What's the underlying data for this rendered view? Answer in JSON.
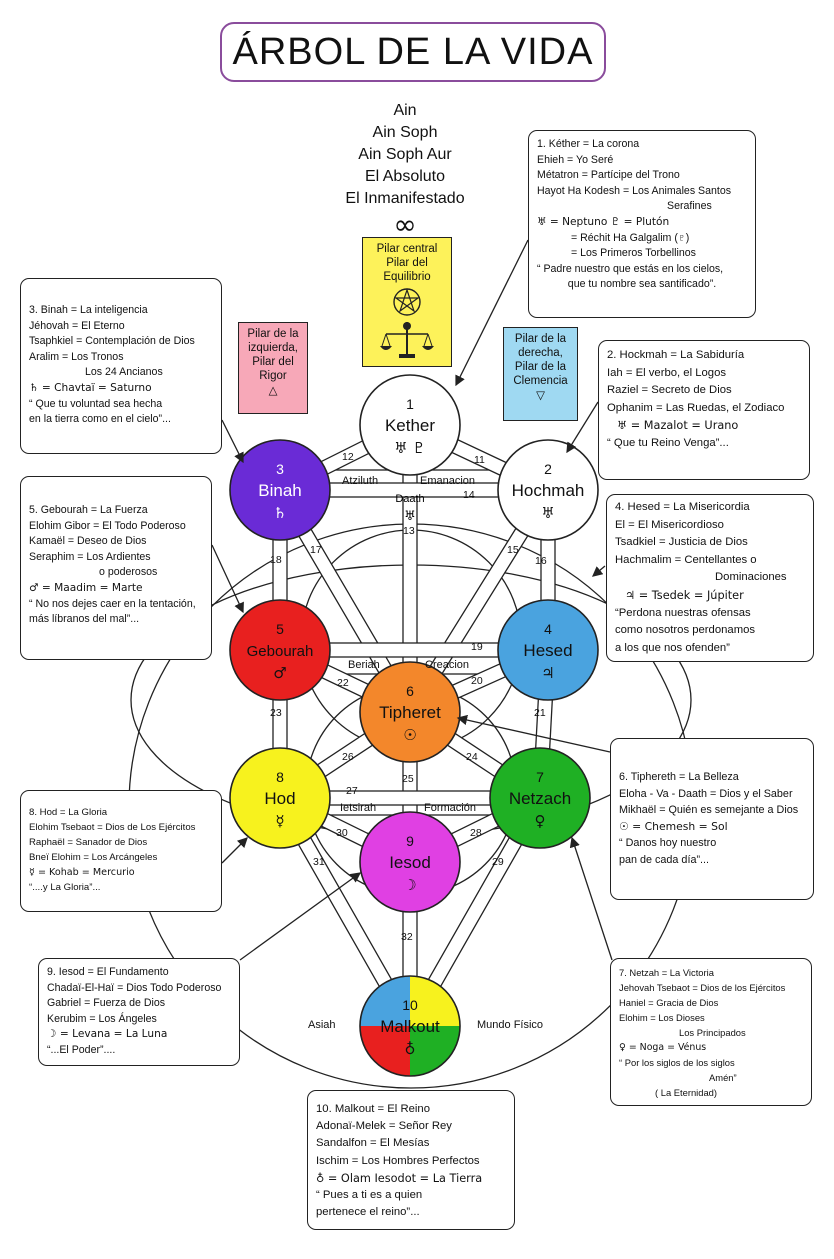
{
  "title": "ÁRBOL DE LA VIDA",
  "ain_lines": [
    "Ain",
    "Ain Soph",
    "Ain Soph Aur",
    "El Absoluto",
    "El Inmanifestado"
  ],
  "infinity": "∞",
  "pillars": {
    "central": {
      "lines": [
        "Pilar central",
        "Pilar del",
        "Equilibrio"
      ],
      "color": "#fdf25a"
    },
    "left": {
      "lines": [
        "Pilar de la",
        "izquierda,",
        "Pilar del",
        "Rigor"
      ],
      "symbol": "△",
      "color": "#f7a8b8"
    },
    "right": {
      "lines": [
        "Pilar de la",
        "derecha,",
        "Pilar de la",
        "Clemencia"
      ],
      "symbol": "▽",
      "color": "#9fd9f2"
    }
  },
  "sephirot": [
    {
      "num": "1",
      "name": "Kether",
      "symbol": "♅ ♇",
      "color": "#ffffff",
      "text_color": "#111111"
    },
    {
      "num": "2",
      "name": "Hochmah",
      "symbol": "♅",
      "color": "#ffffff",
      "text_color": "#111111"
    },
    {
      "num": "3",
      "name": "Binah",
      "symbol": "♄",
      "color": "#6a2bd6",
      "text_color": "#ffffff"
    },
    {
      "num": "4",
      "name": "Hesed",
      "symbol": "♃",
      "color": "#4aa3df",
      "text_color": "#111111"
    },
    {
      "num": "5",
      "name": "Gebourah",
      "symbol": "♂",
      "color": "#e8201f",
      "text_color": "#111111"
    },
    {
      "num": "6",
      "name": "Tipheret",
      "symbol": "☉",
      "color": "#f3872b",
      "text_color": "#111111"
    },
    {
      "num": "7",
      "name": "Netzach",
      "symbol": "♀",
      "color": "#1fb024",
      "text_color": "#111111"
    },
    {
      "num": "8",
      "name": "Hod",
      "symbol": "☿",
      "color": "#f7f21e",
      "text_color": "#111111"
    },
    {
      "num": "9",
      "name": "Iesod",
      "symbol": "☽",
      "color": "#e040e3",
      "text_color": "#111111"
    },
    {
      "num": "10",
      "name": "Malkout",
      "symbol": "♁",
      "color": "#ffffff",
      "text_color": "#111111"
    }
  ],
  "malkout_quadrants": {
    "top_left": "#4aa3df",
    "top_right": "#f7f21e",
    "bottom_left": "#e8201f",
    "bottom_right": "#1fb024"
  },
  "daath": {
    "label": "Daath",
    "symbol": "♅"
  },
  "path_numbers": [
    "11",
    "12",
    "13",
    "14",
    "15",
    "16",
    "17",
    "18",
    "19",
    "20",
    "21",
    "22",
    "23",
    "24",
    "25",
    "26",
    "27",
    "28",
    "29",
    "30",
    "31",
    "32"
  ],
  "world_labels": {
    "atziluth": "Atziluth",
    "emanacion": "Emanacion",
    "beriah": "Beriah",
    "creacion": "Creacion",
    "ietsirah": "Ietsirah",
    "formacion": "Formación",
    "asiah": "Asiah",
    "mundo_fisico": "Mundo Físico"
  },
  "boxes": {
    "kether": [
      "1.  Kéther = La corona",
      "Ehieh = Yo Seré",
      "Métatron = Partícipe del Trono",
      "Hayot Ha Kodesh = Los Animales Santos",
      "Serafines",
      "♅ = Neptuno ♇ = Plutón",
      "= Réchit Ha Galgalim   (♇)",
      "= Los Primeros Torbellinos",
      "“ Padre nuestro que estás en los cielos,",
      "que tu nombre sea santificado”."
    ],
    "binah": [
      "3. Binah = La inteligencia",
      "Jéhovah = El Eterno",
      "Tsaphkiel = Contemplación de Dios",
      "Aralim = Los Tronos",
      "Los 24 Ancianos",
      "♄ =  Chavtaï = Saturno",
      "“ Que tu voluntad sea hecha",
      "en la tierra como en el cielo”..."
    ],
    "hockmah": [
      "2.  Hockmah =  La Sabiduría",
      "Iah = El verbo, el Logos",
      "Raziel = Secreto de Dios",
      "Ophanim = Las Ruedas, el Zodiaco",
      "♅ = Mazalot = Urano",
      "“ Que tu Reino Venga”..."
    ],
    "gebourah": [
      "5.  Gebourah = La Fuerza",
      "Elohim Gibor = El Todo Poderoso",
      "Kamaël = Deseo de Dios",
      "Seraphim = Los Ardientes",
      "o poderosos",
      "♂ = Maadim = Marte",
      "“ No nos dejes caer en la tentación,",
      "más líbranos del mal”..."
    ],
    "hesed": [
      "4. Hesed = La Misericordia",
      "El = El Misericordioso",
      "Tsadkiel = Justicia de Dios",
      "Hachmalim = Centellantes o",
      "Dominaciones",
      "♃ = Tsedek = Júpiter",
      "“Perdona nuestras ofensas",
      "como nosotros perdonamos",
      "a los que nos ofenden”"
    ],
    "tiphereth": [
      "6. Tiphereth = La Belleza",
      "Eloha - Va - Daath = Dios y el Saber",
      "Mikhaël = Quién es semejante a Dios",
      "☉ = Chemesh = Sol",
      "“ Danos hoy nuestro",
      "pan de cada día”..."
    ],
    "hod": [
      "8. Hod = La Gloria",
      "Elohim Tsebaot = Dios de Los Ejércitos",
      "Raphaël = Sanador de Dios",
      "Bneï Elohim = Los Arcángeles",
      "☿ = Kohab = Mercurio",
      "“....y La Gloria”..."
    ],
    "iesod": [
      "9. Iesod = El Fundamento",
      "Chadaï-El-Haï = Dios Todo Poderoso",
      "Gabriel = Fuerza de Dios",
      "Kerubim =  Los Ángeles",
      "☽ = Levana = La Luna",
      "“...El Poder”...."
    ],
    "netzah": [
      "7. Netzah = La Victoria",
      "Jehovah Tsebaot = Dios de los Ejércitos",
      "Haniel = Gracia de Dios",
      "Elohim = Los Dioses",
      "Los Principados",
      "♀ = Noga = Vénus",
      "“ Por los siglos de los siglos",
      "Amén”",
      "( La Eternidad)"
    ],
    "malkout": [
      "10. Malkout = El Reino",
      "Adonaï-Melek = Señor Rey",
      "Sandalfon = El Mesías",
      "Ischim = Los Hombres Perfectos",
      "♁ = Olam Iesodot = La Tierra",
      "“ Pues a ti es a quien",
      "pertenece el reino”..."
    ]
  }
}
